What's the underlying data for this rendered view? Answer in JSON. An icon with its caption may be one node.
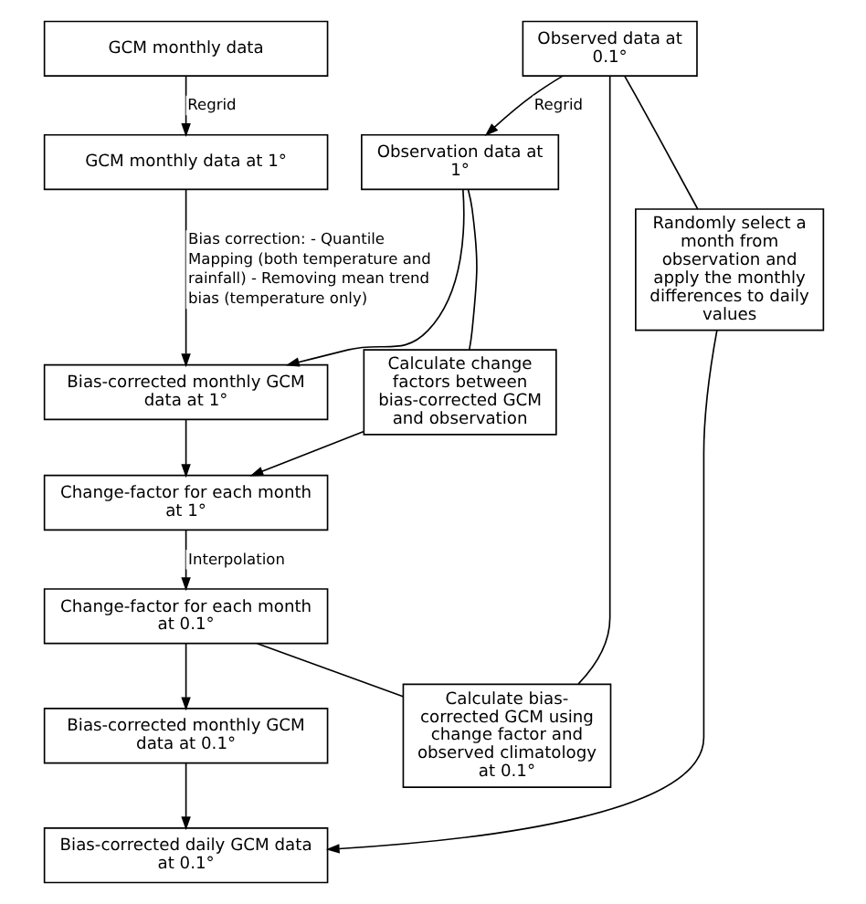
{
  "diagram": {
    "nodes": [
      {
        "text": [
          "GCM monthly data"
        ]
      },
      {
        "text": [
          "Observed data at 0.1°"
        ]
      },
      {
        "text": [
          "GCM monthly data at 1°"
        ]
      },
      {
        "text": [
          "Observation data at 1°"
        ]
      },
      {
        "text": [
          "Bias-corrected monthly GCM data at 1°"
        ]
      },
      {
        "text": [
          "Calculate change factors between bias-corrected GCM and observation"
        ]
      },
      {
        "text": [
          "Change-factor for each month at 1°"
        ]
      },
      {
        "text": [
          "Calculate bias-corrected GCM using change factor and observed climatology at 0.1°"
        ]
      },
      {
        "text": [
          "Change-factor for each month at 0.1°"
        ]
      },
      {
        "text": [
          "Bias-corrected monthly GCM data at 0.1°"
        ]
      },
      {
        "text": [
          "Randomly select a month from observation and apply the monthly differences to daily values"
        ]
      },
      {
        "text": [
          "Bias-corrected daily GCM data at 0.1°"
        ]
      }
    ],
    "edges": [
      {
        "from": 0,
        "to": 2,
        "arrow": "to",
        "label": "Regrid"
      },
      {
        "from": 1,
        "to": 3,
        "arrow": "to",
        "label": "Regrid"
      },
      {
        "from": 2,
        "to": 4,
        "arrow": "to",
        "label": "Bias correction: - Quantile Mapping (both temperature and rainfall) - Removing mean trend bias (temperature only)"
      },
      {
        "from": 3,
        "to": 4,
        "arrow": "to"
      },
      {
        "from": 3,
        "to": 5,
        "arrow": "none"
      },
      {
        "from": 4,
        "to": 6,
        "arrow": "to"
      },
      {
        "from": 5,
        "to": 6,
        "arrow": "to"
      },
      {
        "from": 6,
        "to": 8,
        "arrow": "to",
        "label": "Interpolation"
      },
      {
        "from": 1,
        "to": 7,
        "arrow": "none"
      },
      {
        "from": 8,
        "to": 7,
        "arrow": "none"
      },
      {
        "from": 8,
        "to": 9,
        "arrow": "to"
      },
      {
        "from": 1,
        "to": 10,
        "arrow": "none"
      },
      {
        "from": 9,
        "to": 11,
        "arrow": "to"
      },
      {
        "from": 10,
        "to": 11,
        "arrow": "to"
      }
    ]
  }
}
